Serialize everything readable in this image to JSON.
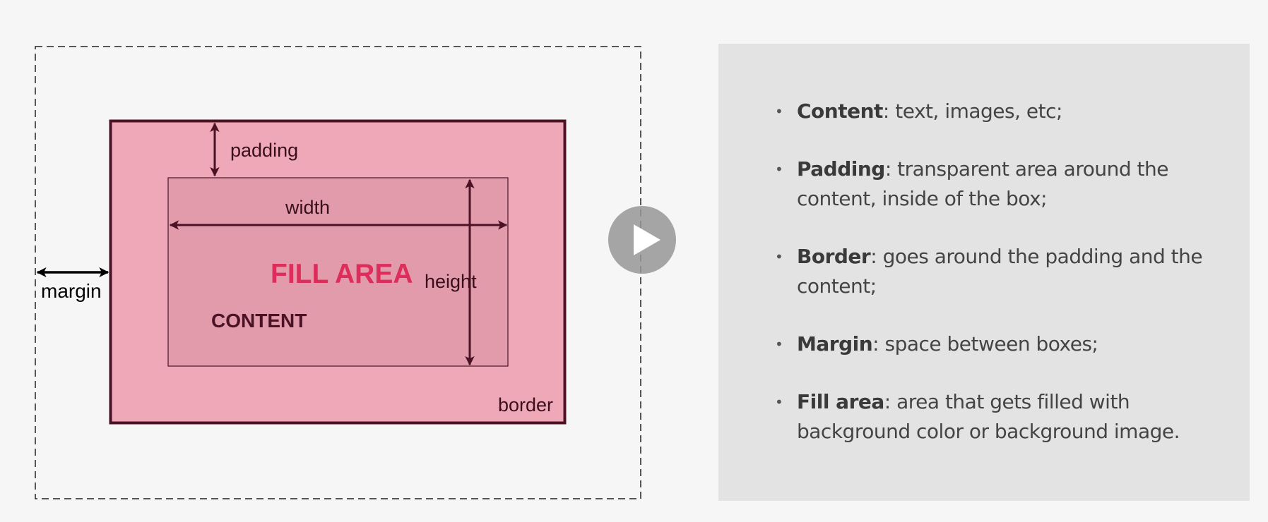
{
  "diagram": {
    "labels": {
      "padding": "padding",
      "width": "width",
      "height": "height",
      "margin": "margin",
      "border": "border",
      "fill_area": "FILL AREA",
      "content": "CONTENT"
    },
    "colors": {
      "fill": "#efa8b7",
      "content_fill": "#e19bab",
      "border": "#4a1224",
      "arrow": "#4a1224",
      "fill_area_text": "#dc2d5b",
      "content_text": "#4a1224",
      "margin_arrow": "#000000",
      "margin_dash": "#222222"
    }
  },
  "play_button": {
    "icon": "play-icon"
  },
  "panel": {
    "bullet": "•",
    "items": [
      {
        "term": "Content",
        "desc": ": text, images, etc;"
      },
      {
        "term": "Padding",
        "desc": ": transparent area around the content, inside of the box;"
      },
      {
        "term": "Border",
        "desc": ": goes around the padding and the content;"
      },
      {
        "term": "Margin",
        "desc": ": space between boxes;"
      },
      {
        "term": "Fill area",
        "desc": ": area that gets filled with background color or background image."
      }
    ]
  }
}
